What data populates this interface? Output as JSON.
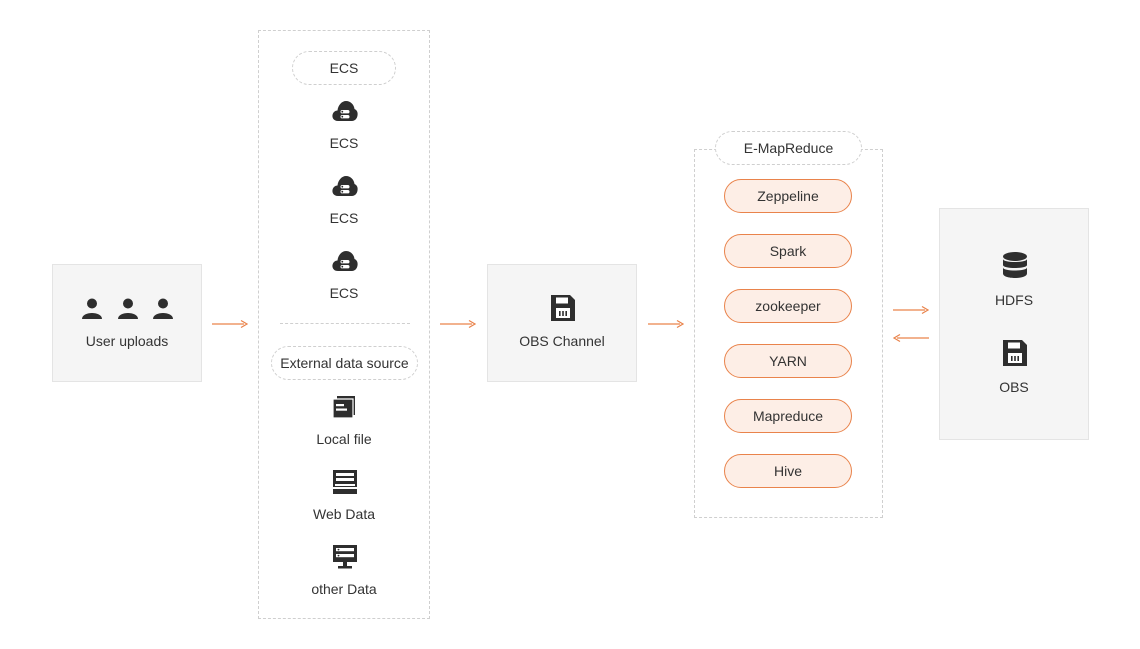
{
  "source": {
    "label": "User uploads",
    "icons": [
      "user-icon",
      "user-icon",
      "user-icon"
    ]
  },
  "ingest": {
    "ecs_header": "ECS",
    "ecs_items": [
      {
        "icon": "cloud-server-icon",
        "label": "ECS"
      },
      {
        "icon": "cloud-server-icon",
        "label": "ECS"
      },
      {
        "icon": "cloud-server-icon",
        "label": "ECS"
      }
    ],
    "external_header": "External data source",
    "external_items": [
      {
        "icon": "file-icon",
        "label": "Local file"
      },
      {
        "icon": "web-data-icon",
        "label": "Web Data"
      },
      {
        "icon": "monitor-icon",
        "label": "other Data"
      }
    ]
  },
  "channel": {
    "icon": "floppy-disk-icon",
    "label": "OBS Channel"
  },
  "emr": {
    "header": "E-MapReduce",
    "components": [
      "Zeppeline",
      "Spark",
      "zookeeper",
      "YARN",
      "Mapreduce",
      "Hive"
    ]
  },
  "storage": {
    "items": [
      {
        "icon": "database-icon",
        "label": "HDFS"
      },
      {
        "icon": "floppy-disk-icon",
        "label": "OBS"
      }
    ]
  },
  "colors": {
    "arrow": "#e9834b",
    "pill_fill": "#fdeee6",
    "pill_border": "#e9834b",
    "icon": "#2e2e2e",
    "panel": "#f5f5f5"
  }
}
